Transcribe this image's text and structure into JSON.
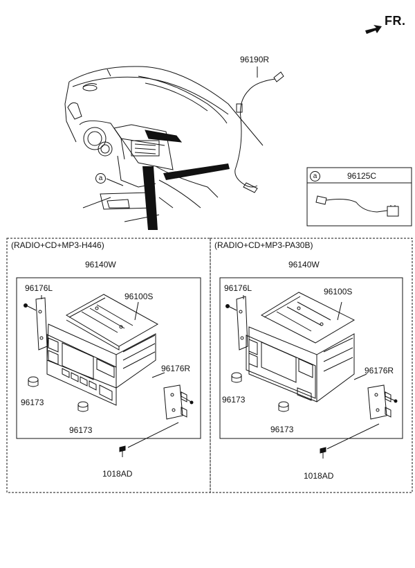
{
  "direction": {
    "label": "FR."
  },
  "top_callouts": {
    "antenna": "96190R",
    "detail_a_ref": "a",
    "detail_a_part": "96125C"
  },
  "panels": [
    {
      "title": "(RADIO+CD+MP3-H446)",
      "assembly": "96140W",
      "bracket_left": "96176L",
      "chassis": "96100S",
      "bracket_right": "96176R",
      "knob_1": "96173",
      "knob_2": "96173",
      "screw": "1018AD"
    },
    {
      "title": "(RADIO+CD+MP3-PA30B)",
      "assembly": "96140W",
      "bracket_left": "96176L",
      "chassis": "96100S",
      "bracket_right": "96176R",
      "knob_1": "96173",
      "knob_2": "96173",
      "screw": "1018AD"
    }
  ]
}
